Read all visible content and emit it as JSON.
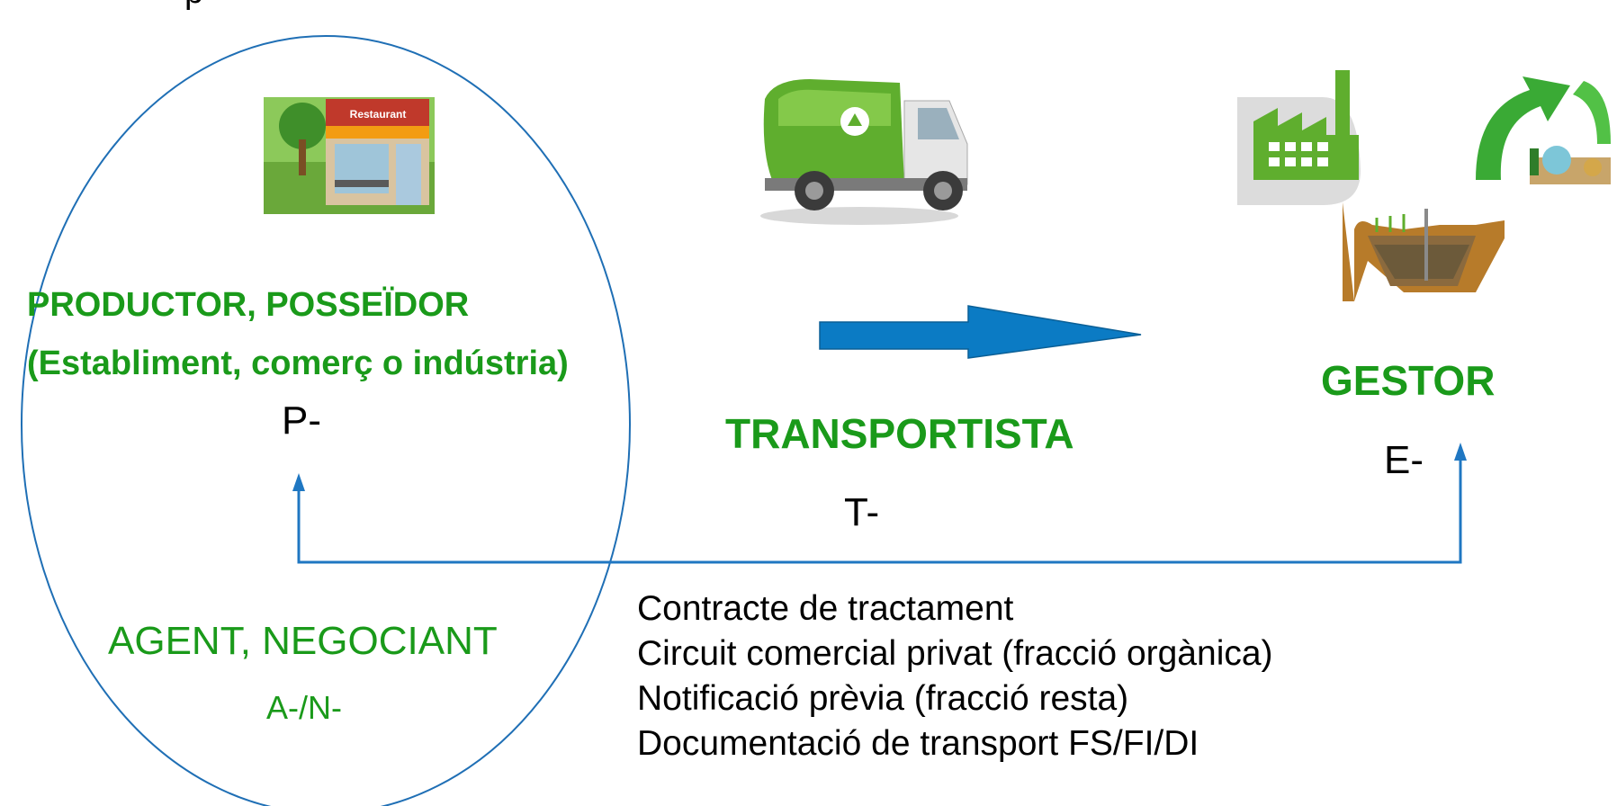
{
  "top_text": "p",
  "producer": {
    "title_line1": "PRODUCTOR, POSSEÏDOR",
    "title_line2": "(Establiment, comerç o indústria)",
    "code": "P-",
    "icon_sign": "Restaurant"
  },
  "agent": {
    "title": "AGENT, NEGOCIANT",
    "code": "A-/N-"
  },
  "transporter": {
    "title": "TRANSPORTISTA",
    "code": "T-"
  },
  "manager": {
    "title": "GESTOR",
    "code": "E-"
  },
  "documents": [
    "Contracte de tractament",
    "Circuit comercial privat (fracció orgànica)",
    "Notificació prèvia (fracció resta)",
    "Documentació de transport FS/FI/DI"
  ],
  "colors": {
    "green_text": "#1a9a1a",
    "arrow_fill": "#0b7bc4",
    "line_blue": "#1f77c2",
    "ellipse_blue": "#1f6fb5"
  },
  "icons": [
    "restaurant-icon",
    "garbage-truck-icon",
    "factory-icon",
    "recycling-icon",
    "landfill-icon"
  ]
}
